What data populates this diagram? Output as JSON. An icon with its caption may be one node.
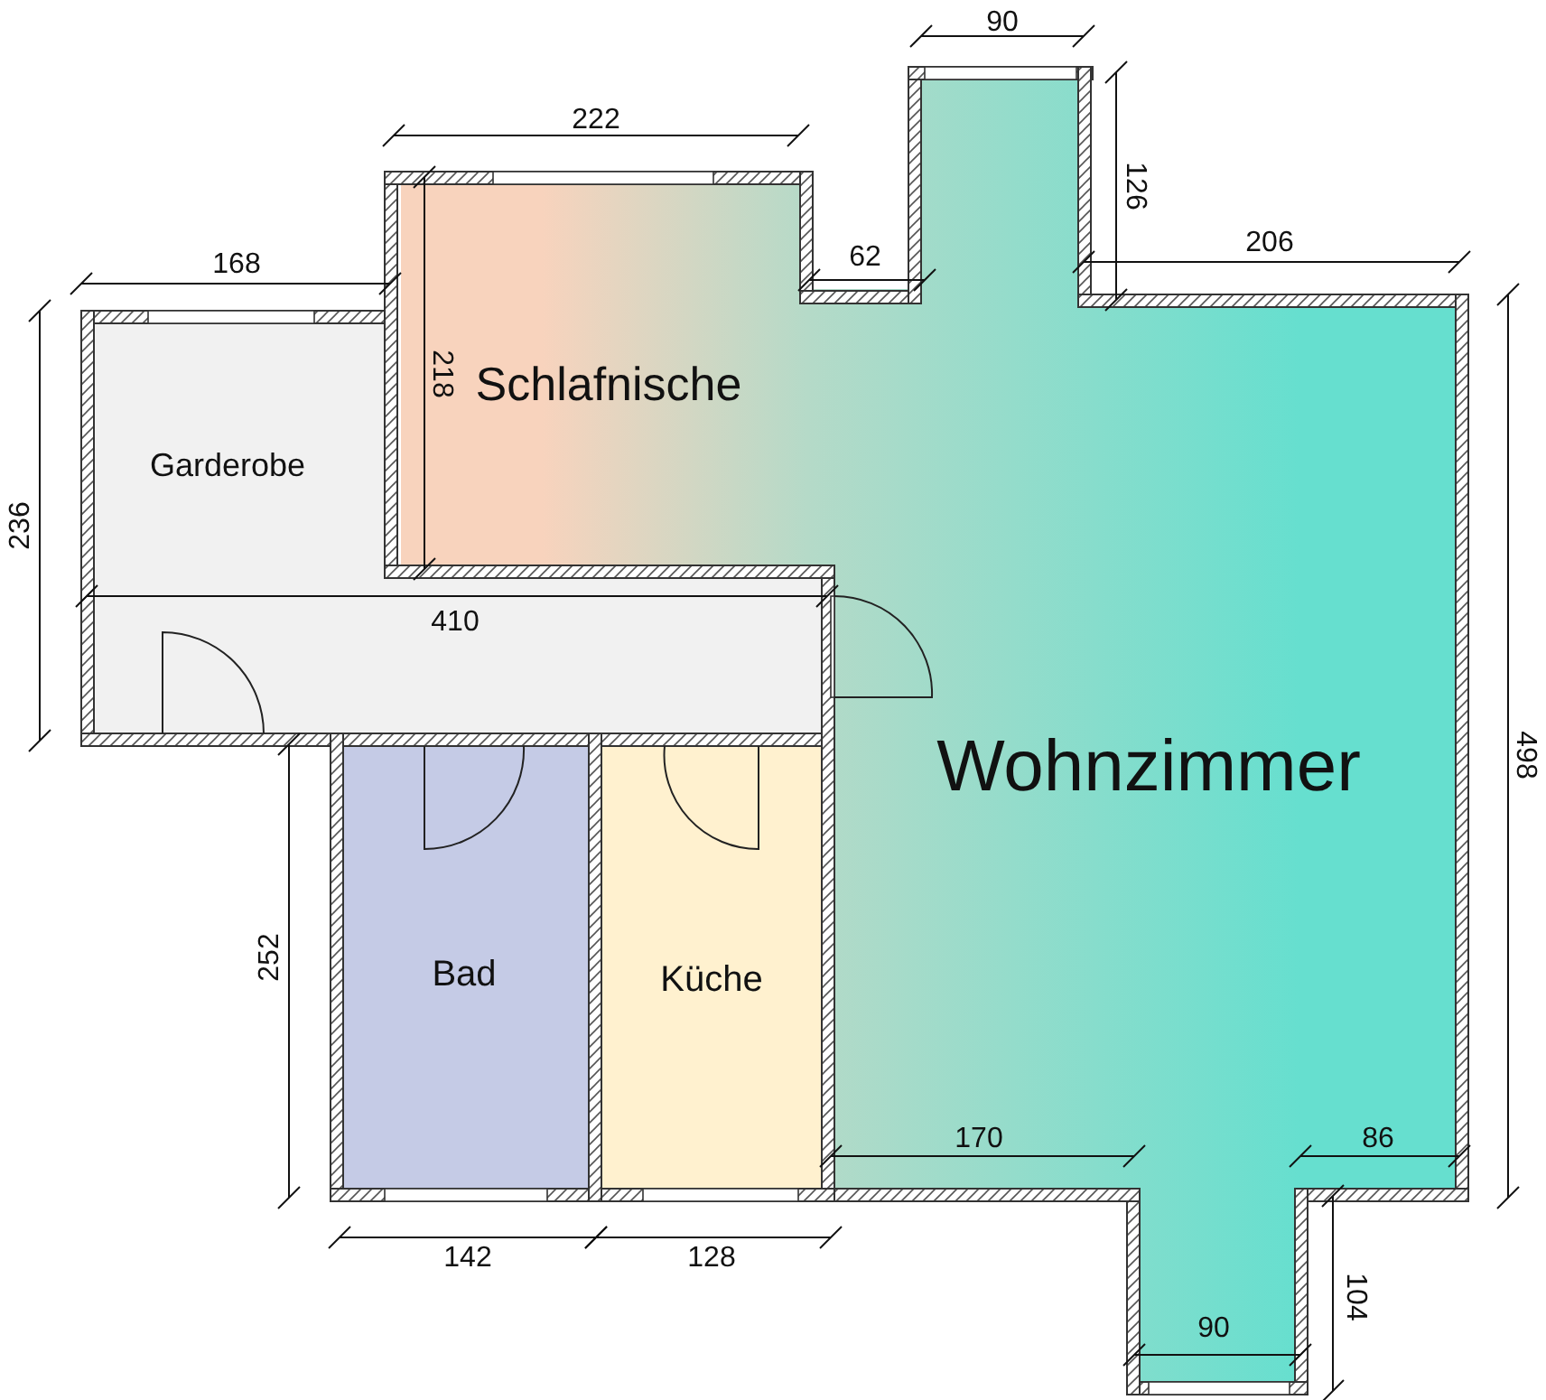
{
  "diagram": {
    "nodes": [
      {
        "text": [
          "Schlafnische"
        ]
      },
      {
        "text": [
          "Garderobe"
        ]
      },
      {
        "text": [
          "Wohnzimmer"
        ]
      },
      {
        "text": [
          "Bad"
        ]
      },
      {
        "text": [
          "Küche"
        ]
      }
    ],
    "labels": [
      "90",
      "222",
      "126",
      "62",
      "206",
      "168",
      "218",
      "236",
      "410",
      "498",
      "252",
      "170",
      "86",
      "142",
      "128",
      "104",
      "90"
    ]
  }
}
